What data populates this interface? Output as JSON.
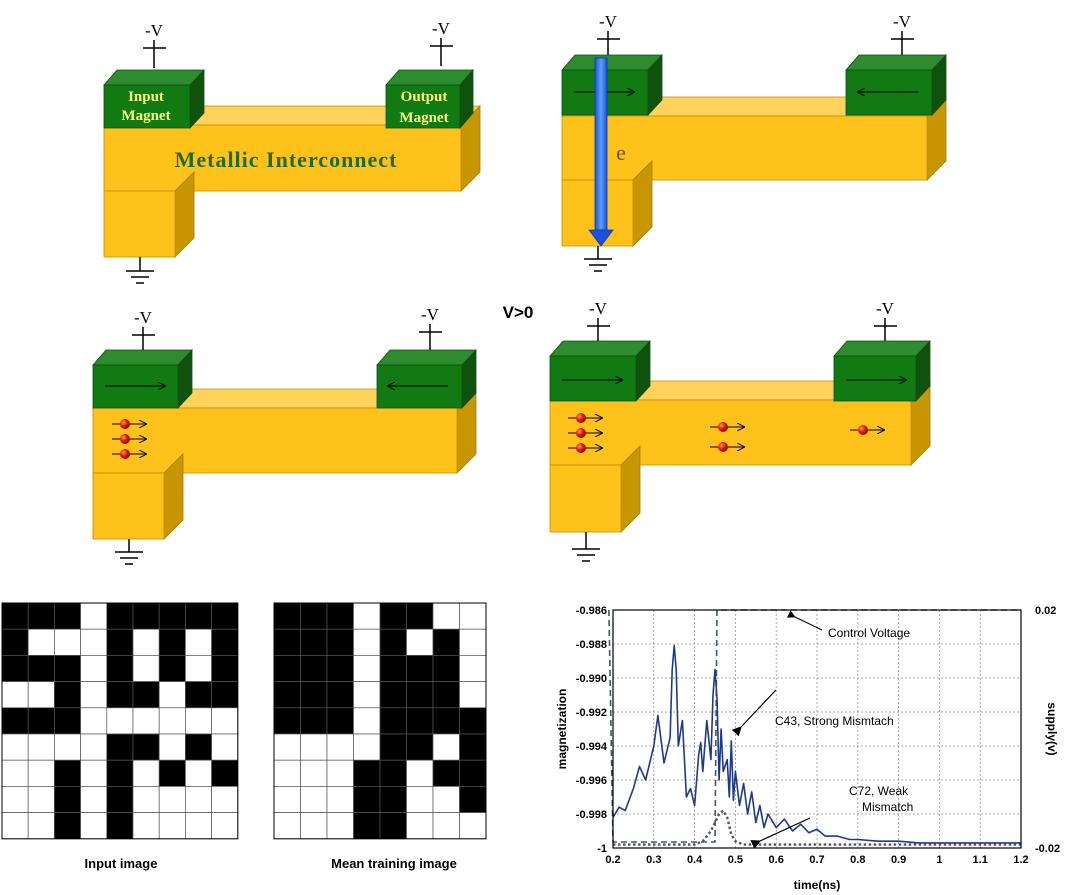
{
  "diagrams": {
    "voltage_label": "-V",
    "input_magnet_label_line1": "Input",
    "input_magnet_label_line2": "Magnet",
    "output_magnet_label_line1": "Output",
    "output_magnet_label_line2": "Magnet",
    "interconnect_label": "Metallic  Interconnect",
    "electron_label": "e",
    "condition_label": "V>0"
  },
  "input_image": {
    "caption": "Input image",
    "rows": 9,
    "cols": 9,
    "grid": [
      [
        1,
        1,
        1,
        0,
        1,
        1,
        1,
        1,
        1
      ],
      [
        1,
        0,
        0,
        0,
        1,
        0,
        1,
        0,
        1
      ],
      [
        1,
        1,
        1,
        0,
        1,
        0,
        1,
        0,
        1
      ],
      [
        0,
        0,
        1,
        0,
        1,
        1,
        0,
        1,
        1
      ],
      [
        1,
        1,
        1,
        0,
        0,
        0,
        0,
        0,
        0
      ],
      [
        0,
        0,
        0,
        0,
        1,
        1,
        0,
        1,
        0
      ],
      [
        0,
        0,
        1,
        0,
        1,
        0,
        1,
        0,
        1
      ],
      [
        0,
        0,
        1,
        0,
        1,
        0,
        0,
        0,
        0
      ],
      [
        0,
        0,
        1,
        0,
        1,
        0,
        0,
        0,
        0
      ]
    ]
  },
  "mean_training_image": {
    "caption": "Mean training image",
    "rows": 9,
    "cols": 8,
    "grid": [
      [
        1,
        1,
        1,
        0,
        1,
        1,
        0,
        0
      ],
      [
        1,
        1,
        1,
        0,
        1,
        0,
        1,
        0
      ],
      [
        1,
        1,
        1,
        0,
        1,
        1,
        1,
        0
      ],
      [
        1,
        1,
        1,
        0,
        1,
        1,
        1,
        0
      ],
      [
        1,
        1,
        1,
        0,
        1,
        1,
        1,
        1
      ],
      [
        0,
        0,
        0,
        0,
        1,
        1,
        0,
        1
      ],
      [
        0,
        0,
        0,
        1,
        1,
        0,
        1,
        1
      ],
      [
        0,
        0,
        0,
        1,
        1,
        0,
        0,
        1
      ],
      [
        0,
        0,
        0,
        1,
        1,
        0,
        0,
        0
      ]
    ]
  },
  "chart_data": {
    "type": "line",
    "xlabel": "time(ns)",
    "ylabel": "magnetization",
    "y2label": "supply(v)",
    "xlim": [
      0.2,
      1.2
    ],
    "ylim": [
      -1.0,
      -0.986
    ],
    "y2lim": [
      -0.02,
      0.02
    ],
    "grid": true,
    "x_ticks": [
      "0.2",
      "0.3",
      "0.4",
      "0.5",
      "0.6",
      "0.7",
      "0.8",
      "0.9",
      "1",
      "1.1",
      "1.2"
    ],
    "y_ticks": [
      "-0.986",
      "-0.988",
      "-0.990",
      "-0.992",
      "-0.994",
      "-0.996",
      "-0.998",
      "-1"
    ],
    "y2_ticks": [
      "0.02",
      "-0.02"
    ],
    "annotations": [
      {
        "text": "Control Voltage",
        "x": 0.65,
        "y": -0.9865
      },
      {
        "text": "C43, Strong Mismtach",
        "x": 0.6,
        "y": -0.9918
      },
      {
        "text": "C72, Weak",
        "x": 0.74,
        "y": -0.9973
      },
      {
        "text": "Mismatch",
        "x": 0.755,
        "y": -0.9983
      }
    ],
    "series": [
      {
        "name": "Control Voltage",
        "style": "dashed",
        "color": "#2e5e6e",
        "axis": "y2",
        "x": [
          0.19,
          0.2,
          0.205,
          0.45,
          0.455,
          1.2
        ],
        "y": [
          0.02,
          -0.019,
          -0.019,
          -0.019,
          0.02,
          0.02
        ]
      },
      {
        "name": "C43, Strong Mismtach",
        "style": "solid",
        "color": "#1f3a8a",
        "axis": "y",
        "x": [
          0.2,
          0.215,
          0.23,
          0.25,
          0.265,
          0.28,
          0.3,
          0.31,
          0.325,
          0.34,
          0.345,
          0.35,
          0.355,
          0.36,
          0.37,
          0.38,
          0.39,
          0.4,
          0.41,
          0.415,
          0.42,
          0.43,
          0.44,
          0.445,
          0.45,
          0.455,
          0.46,
          0.465,
          0.47,
          0.48,
          0.485,
          0.49,
          0.495,
          0.5,
          0.51,
          0.52,
          0.53,
          0.54,
          0.55,
          0.56,
          0.57,
          0.58,
          0.6,
          0.62,
          0.64,
          0.66,
          0.68,
          0.7,
          0.72,
          0.75,
          0.78,
          0.8,
          0.85,
          0.9,
          0.95,
          1.0,
          1.05,
          1.1,
          1.15,
          1.2
        ],
        "y": [
          -0.9982,
          -0.9976,
          -0.9978,
          -0.9965,
          -0.9952,
          -0.996,
          -0.994,
          -0.9922,
          -0.995,
          -0.9935,
          -0.9895,
          -0.9881,
          -0.9895,
          -0.994,
          -0.9925,
          -0.997,
          -0.9965,
          -0.9975,
          -0.9945,
          -0.9938,
          -0.9955,
          -0.9925,
          -0.9948,
          -0.991,
          -0.9895,
          -0.9912,
          -0.996,
          -0.993,
          -0.9955,
          -0.9948,
          -0.997,
          -0.9937,
          -0.9972,
          -0.9955,
          -0.9975,
          -0.9962,
          -0.998,
          -0.9967,
          -0.9985,
          -0.9975,
          -0.9988,
          -0.998,
          -0.9988,
          -0.9983,
          -0.999,
          -0.9986,
          -0.9991,
          -0.9989,
          -0.9993,
          -0.9993,
          -0.9995,
          -0.9995,
          -0.9996,
          -0.9996,
          -0.9997,
          -0.9997,
          -0.9997,
          -0.9997,
          -0.9997,
          -0.9997
        ]
      },
      {
        "name": "C72, Weak Mismatch",
        "style": "dotted",
        "color": "#5a4a7a",
        "axis": "y",
        "x": [
          0.2,
          0.3,
          0.4,
          0.42,
          0.44,
          0.46,
          0.47,
          0.48,
          0.49,
          0.5,
          0.52,
          0.55,
          0.6,
          0.8,
          1.0,
          1.2
        ],
        "y": [
          -0.9998,
          -0.9998,
          -0.9998,
          -0.9996,
          -0.999,
          -0.998,
          -0.9978,
          -0.9982,
          -0.9992,
          -0.9996,
          -0.9998,
          -0.9998,
          -0.9998,
          -0.9998,
          -0.9998,
          -0.9998
        ]
      }
    ]
  }
}
